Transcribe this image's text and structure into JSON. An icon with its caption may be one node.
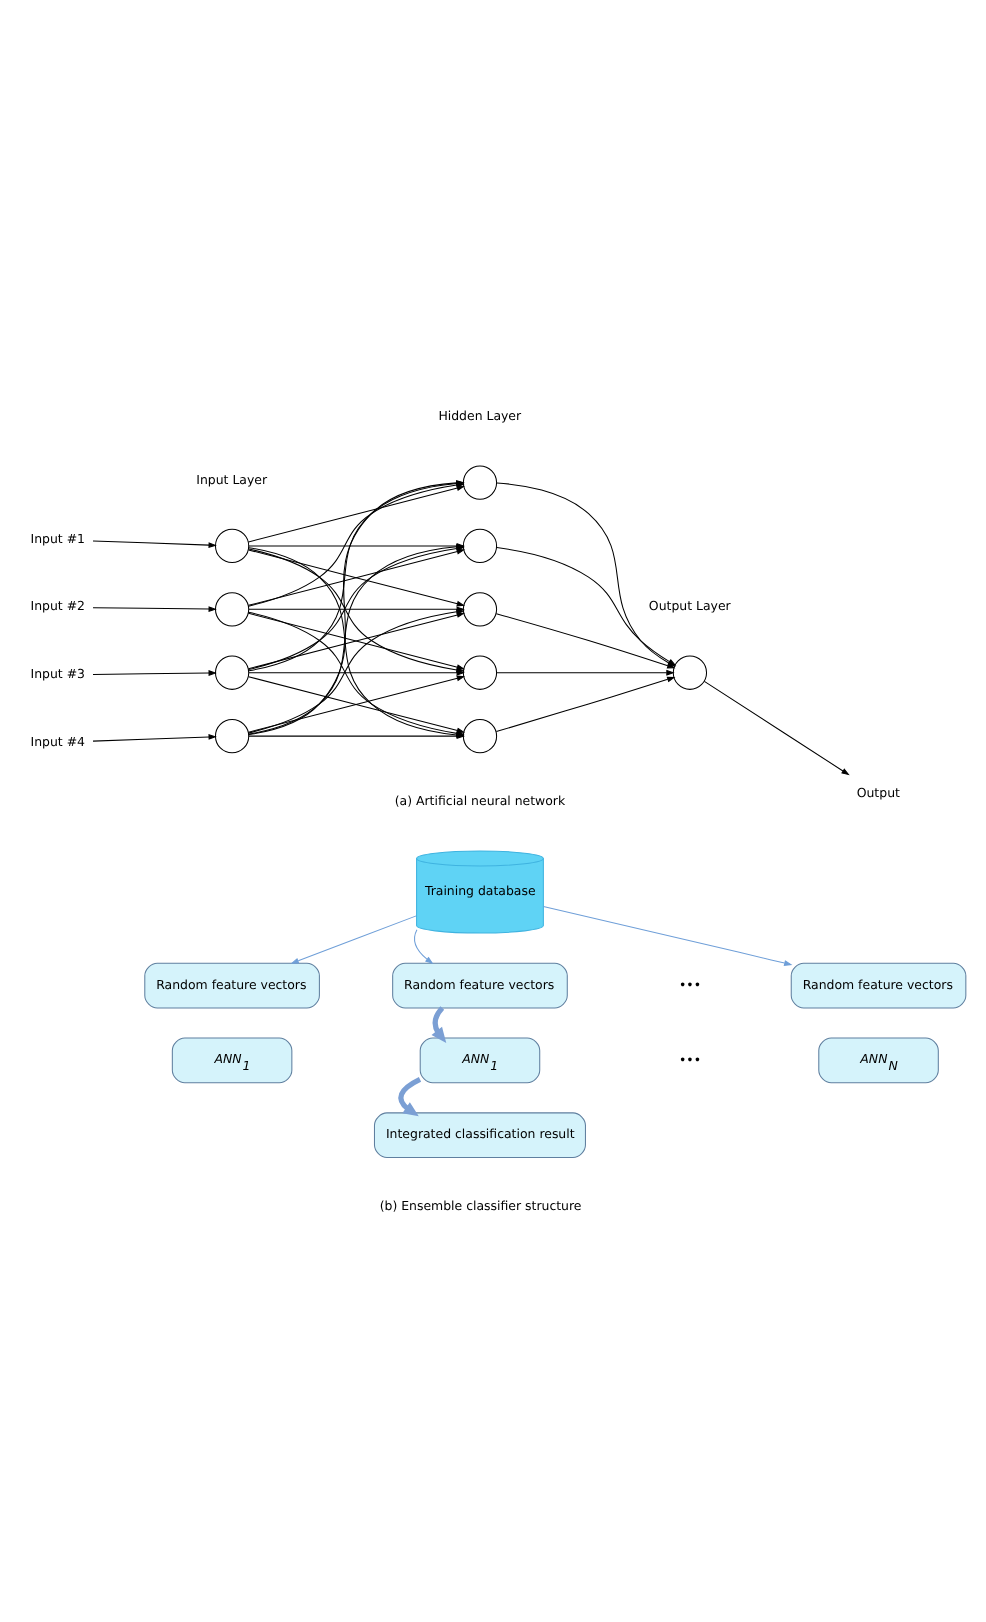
{
  "diagram": {
    "nodes": [
      {
        "text": [
          "Input #1"
        ]
      },
      {
        "text": [
          "Input #2"
        ]
      },
      {
        "text": [
          "Input #3"
        ]
      },
      {
        "text": [
          "Input #4"
        ]
      },
      {
        "text": [],
        "shape": "circle"
      },
      {
        "text": [],
        "shape": "circle"
      },
      {
        "text": [],
        "shape": "circle"
      },
      {
        "text": [],
        "shape": "circle"
      },
      {
        "text": [],
        "shape": "circle"
      },
      {
        "text": [],
        "shape": "circle"
      },
      {
        "text": [],
        "shape": "circle"
      },
      {
        "text": [],
        "shape": "circle"
      },
      {
        "text": [],
        "shape": "circle"
      },
      {
        "text": [],
        "shape": "circle"
      },
      {
        "text": [
          "Output"
        ]
      },
      {
        "text": [
          "Training database"
        ]
      },
      {
        "text": [
          "Random feature vectors"
        ]
      },
      {
        "text": [
          "Random feature vectors"
        ]
      },
      {
        "text": [
          "Random feature vectors"
        ]
      },
      {
        "text": [
          "ANN$_{1}$"
        ]
      },
      {
        "text": [
          "ANN$_{1}$"
        ]
      },
      {
        "text": [
          "ANN$_{N}$"
        ]
      },
      {
        "text": [
          "Integrated classification result"
        ]
      }
    ],
    "edges": [
      {
        "from": 0,
        "to": 4,
        "arrow": "to"
      },
      {
        "from": 1,
        "to": 5,
        "arrow": "to"
      },
      {
        "from": 2,
        "to": 6,
        "arrow": "to"
      },
      {
        "from": 3,
        "to": 7,
        "arrow": "to"
      },
      {
        "from": 4,
        "to": 8,
        "arrow": "to"
      },
      {
        "from": 4,
        "to": 9,
        "arrow": "to"
      },
      {
        "from": 4,
        "to": 10,
        "arrow": "to"
      },
      {
        "from": 4,
        "to": 11,
        "arrow": "to"
      },
      {
        "from": 4,
        "to": 12,
        "arrow": "to"
      },
      {
        "from": 5,
        "to": 8,
        "arrow": "to"
      },
      {
        "from": 5,
        "to": 9,
        "arrow": "to"
      },
      {
        "from": 5,
        "to": 10,
        "arrow": "to"
      },
      {
        "from": 5,
        "to": 11,
        "arrow": "to"
      },
      {
        "from": 5,
        "to": 12,
        "arrow": "to"
      },
      {
        "from": 6,
        "to": 8,
        "arrow": "to"
      },
      {
        "from": 6,
        "to": 9,
        "arrow": "to"
      },
      {
        "from": 6,
        "to": 10,
        "arrow": "to"
      },
      {
        "from": 6,
        "to": 11,
        "arrow": "to"
      },
      {
        "from": 6,
        "to": 12,
        "arrow": "to"
      },
      {
        "from": 7,
        "to": 8,
        "arrow": "to"
      },
      {
        "from": 7,
        "to": 9,
        "arrow": "to"
      },
      {
        "from": 7,
        "to": 10,
        "arrow": "to"
      },
      {
        "from": 7,
        "to": 11,
        "arrow": "to"
      },
      {
        "from": 7,
        "to": 12,
        "arrow": "to"
      },
      {
        "from": 8,
        "to": 13,
        "arrow": "to"
      },
      {
        "from": 9,
        "to": 13,
        "arrow": "to"
      },
      {
        "from": 10,
        "to": 13,
        "arrow": "to"
      },
      {
        "from": 11,
        "to": 13,
        "arrow": "to"
      },
      {
        "from": 12,
        "to": 13,
        "arrow": "to"
      },
      {
        "from": 13,
        "to": 14,
        "arrow": "to"
      },
      {
        "from": 15,
        "to": 16,
        "arrow": "to",
        "color": "#6f9fd8"
      },
      {
        "from": 15,
        "to": 17,
        "arrow": "to",
        "color": "#6f9fd8"
      },
      {
        "from": 15,
        "to": 18,
        "arrow": "to",
        "color": "#6f9fd8"
      },
      {
        "from": 17,
        "to": 20,
        "arrow": "to",
        "style": "thick",
        "color": "#7b9fd4"
      },
      {
        "from": 20,
        "to": 22,
        "arrow": "to",
        "style": "thick",
        "color": "#7b9fd4"
      }
    ],
    "labels": [
      "Input Layer",
      "Hidden Layer",
      "Output Layer",
      "(a) Artificial neural network",
      "•••",
      "•••",
      "(b) Ensemble classifier structure"
    ]
  }
}
